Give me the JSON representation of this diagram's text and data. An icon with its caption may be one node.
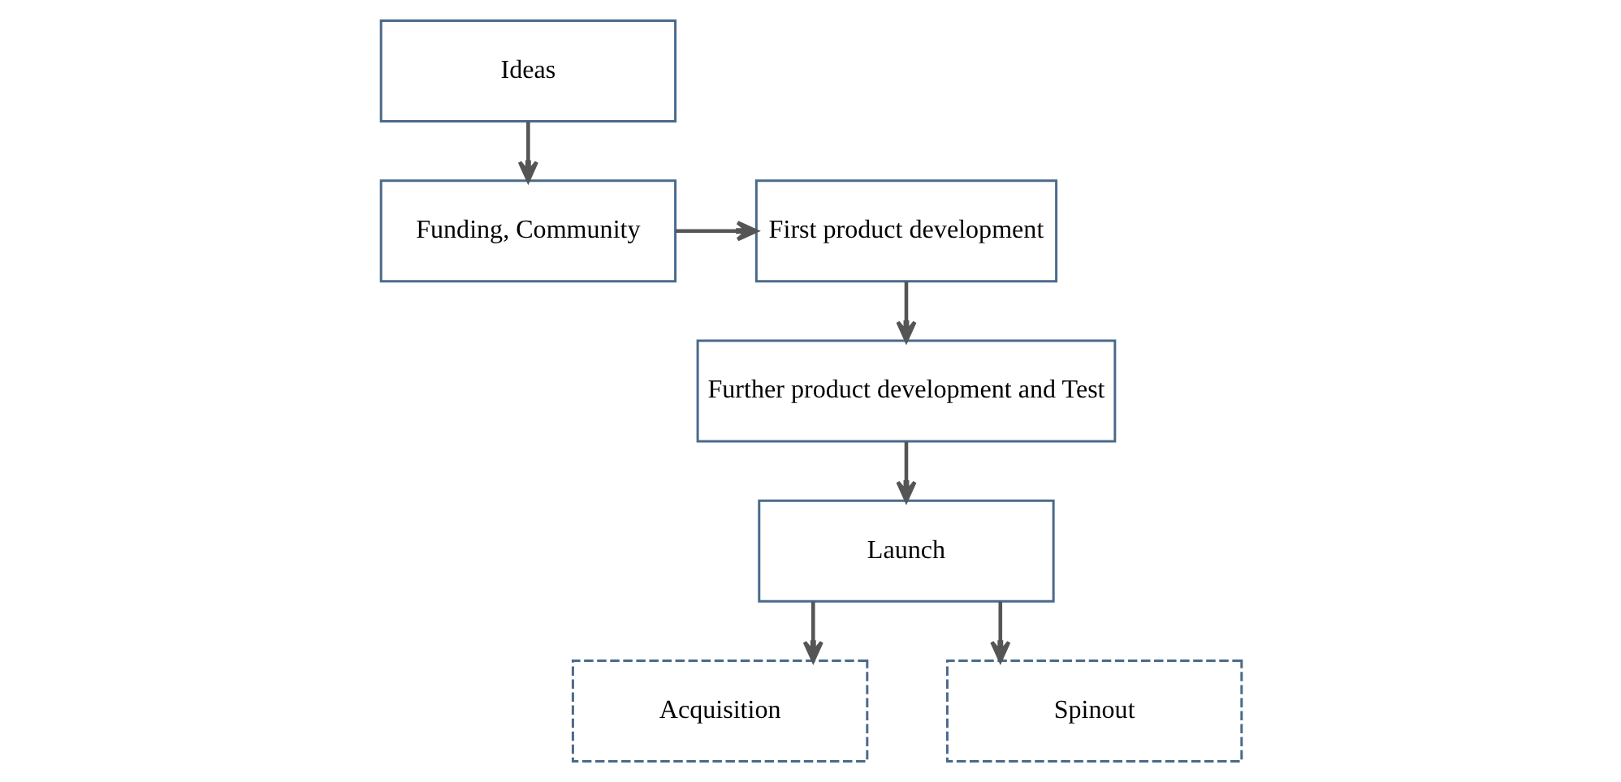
{
  "diagram": {
    "nodes": [
      {
        "text": [
          "Ideas"
        ]
      },
      {
        "text": [
          "Funding, Community"
        ]
      },
      {
        "text": [
          "First product development"
        ]
      },
      {
        "text": [
          "Further product development and Test"
        ]
      },
      {
        "text": [
          "Launch"
        ]
      },
      {
        "text": [
          "Acquisition"
        ]
      },
      {
        "text": [
          "Spinout"
        ]
      }
    ],
    "edges": [
      {
        "from": 0,
        "to": 1,
        "arrow": "to"
      },
      {
        "from": 1,
        "to": 2,
        "arrow": "to"
      },
      {
        "from": 2,
        "to": 3,
        "arrow": "to"
      },
      {
        "from": 3,
        "to": 4,
        "arrow": "to"
      },
      {
        "from": 4,
        "to": 5,
        "arrow": "to"
      },
      {
        "from": 4,
        "to": 6,
        "arrow": "to"
      }
    ]
  }
}
